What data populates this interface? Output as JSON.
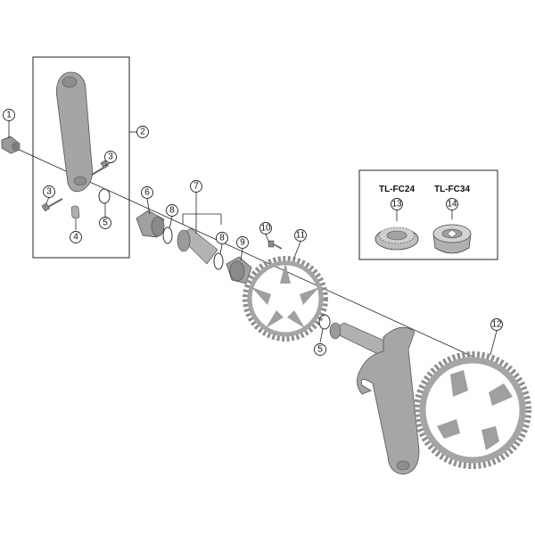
{
  "diagram": {
    "callouts": [
      "1",
      "2",
      "3",
      "3",
      "4",
      "5",
      "6",
      "7",
      "8",
      "8",
      "9",
      "10",
      "11",
      "5",
      "12",
      "13",
      "14"
    ],
    "tool_box": {
      "tools": [
        {
          "name": "TL-FC24",
          "callout": "13"
        },
        {
          "name": "TL-FC34",
          "callout": "14"
        }
      ]
    }
  },
  "colors": {
    "part_fill": "#a9a9a9",
    "part_dark": "#8c8c8c",
    "line": "#222222"
  }
}
